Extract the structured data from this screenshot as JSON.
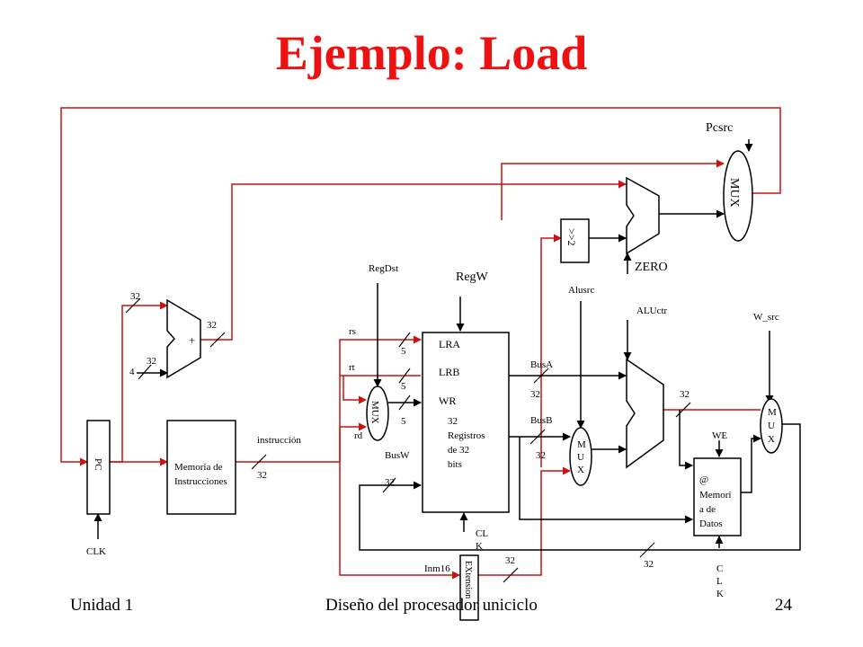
{
  "slide": {
    "title": "Ejemplo: Load",
    "title_color": "#ee1111",
    "wire_color": "#cc1111",
    "footer_left": "Unidad 1",
    "footer_center": "Diseño del procesador uniciclo",
    "footer_right": "24"
  },
  "diagram": {
    "pc": "PC",
    "pc_clk": "CLK",
    "imem": [
      "Memoria de",
      "Instrucciones"
    ],
    "adder_plus": "+",
    "const_four": "4",
    "instr_label": "instrucción",
    "width_32": "32",
    "width_5": "5",
    "rs": "rs",
    "rt": "rt",
    "rd": "rd",
    "regdst": "RegDst",
    "regw": "RegW",
    "reg_ports": [
      "LRA",
      "LRB",
      "WR"
    ],
    "reg_body": [
      "32",
      "Registros",
      "de 32",
      "bits"
    ],
    "reg_clk": [
      "CL",
      "K"
    ],
    "mux": "MUX",
    "mux_letters": [
      "M",
      "U",
      "X"
    ],
    "busa": "BusA",
    "busb": "BusB",
    "busw": "BusW",
    "alusrc": "Alusrc",
    "aluctr": "ALUctr",
    "shift": ">>2",
    "zero": "ZERO",
    "pcsrc": "Pcsrc",
    "we": "WE",
    "wsrc": "W_src",
    "dmem": [
      "@",
      "Memori",
      "a de",
      "Datos"
    ],
    "dmem_clk": [
      "C",
      "L",
      "K"
    ],
    "inm16": "Inm16",
    "extension": "EXtension"
  }
}
